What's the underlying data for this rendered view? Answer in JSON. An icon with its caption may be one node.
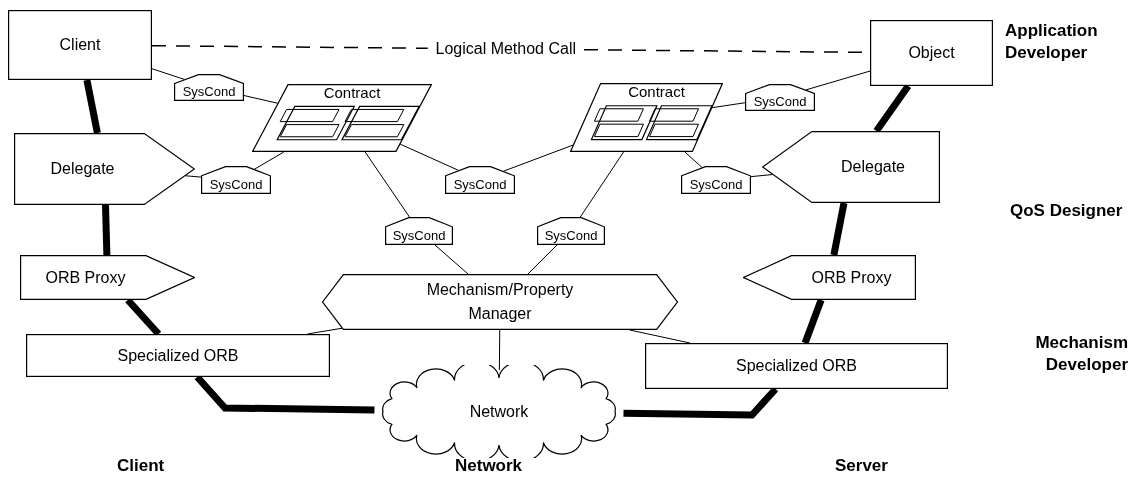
{
  "diagram": {
    "nodes": [
      {
        "text": [
          "Client"
        ]
      },
      {
        "text": [
          "Object"
        ]
      },
      {
        "text": [
          "Contract"
        ]
      },
      {
        "text": [
          "Contract"
        ]
      },
      {
        "text": [
          "SysCond"
        ]
      },
      {
        "text": [
          "SysCond"
        ]
      },
      {
        "text": [
          "Delegate"
        ]
      },
      {
        "text": [
          "SysCond"
        ]
      },
      {
        "text": [
          "SysCond"
        ]
      },
      {
        "text": [
          "SysCond"
        ]
      },
      {
        "text": [
          "Delegate"
        ]
      },
      {
        "text": [
          "SysCond"
        ]
      },
      {
        "text": [
          "SysCond"
        ]
      },
      {
        "text": [
          "ORB Proxy"
        ]
      },
      {
        "text": [
          "ORB Proxy"
        ]
      },
      {
        "text": [
          "Mechanism/Property Manager"
        ]
      },
      {
        "text": [
          "Specialized ORB"
        ]
      },
      {
        "text": [
          "Specialized ORB"
        ]
      },
      {
        "text": [
          "Network"
        ]
      }
    ],
    "edges": [
      {
        "from": 0,
        "to": 1,
        "arrow": "none",
        "style": "dashed",
        "label": "Logical Method Call"
      },
      {
        "from": 0,
        "to": 4,
        "arrow": "none"
      },
      {
        "from": 4,
        "to": 2,
        "arrow": "none"
      },
      {
        "from": 2,
        "to": 7,
        "arrow": "none"
      },
      {
        "from": 7,
        "to": 6,
        "arrow": "none"
      },
      {
        "from": 2,
        "to": 8,
        "arrow": "none"
      },
      {
        "from": 8,
        "to": 3,
        "arrow": "none"
      },
      {
        "from": 2,
        "to": 11,
        "arrow": "none"
      },
      {
        "from": 11,
        "to": 15,
        "arrow": "none"
      },
      {
        "from": 3,
        "to": 5,
        "arrow": "none"
      },
      {
        "from": 5,
        "to": 1,
        "arrow": "none"
      },
      {
        "from": 3,
        "to": 9,
        "arrow": "none"
      },
      {
        "from": 9,
        "to": 10,
        "arrow": "none"
      },
      {
        "from": 3,
        "to": 12,
        "arrow": "none"
      },
      {
        "from": 12,
        "to": 15,
        "arrow": "none"
      },
      {
        "from": 15,
        "to": 16,
        "arrow": "none"
      },
      {
        "from": 15,
        "to": 17,
        "arrow": "none"
      },
      {
        "from": 15,
        "to": 18,
        "arrow": "none"
      },
      {
        "from": 0,
        "to": 6,
        "arrow": "none",
        "style": "thick"
      },
      {
        "from": 6,
        "to": 13,
        "arrow": "none",
        "style": "thick"
      },
      {
        "from": 13,
        "to": 16,
        "arrow": "none",
        "style": "thick"
      },
      {
        "from": 16,
        "to": 18,
        "arrow": "none",
        "style": "thick"
      },
      {
        "from": 1,
        "to": 10,
        "arrow": "none",
        "style": "thick"
      },
      {
        "from": 10,
        "to": 14,
        "arrow": "none",
        "style": "thick"
      },
      {
        "from": 14,
        "to": 17,
        "arrow": "none",
        "style": "thick"
      },
      {
        "from": 17,
        "to": 18,
        "arrow": "none",
        "style": "thick"
      }
    ],
    "labels": [
      "Application Developer",
      "QoS Designer",
      "Mechanism Developer",
      "Client",
      "Network",
      "Server"
    ]
  }
}
